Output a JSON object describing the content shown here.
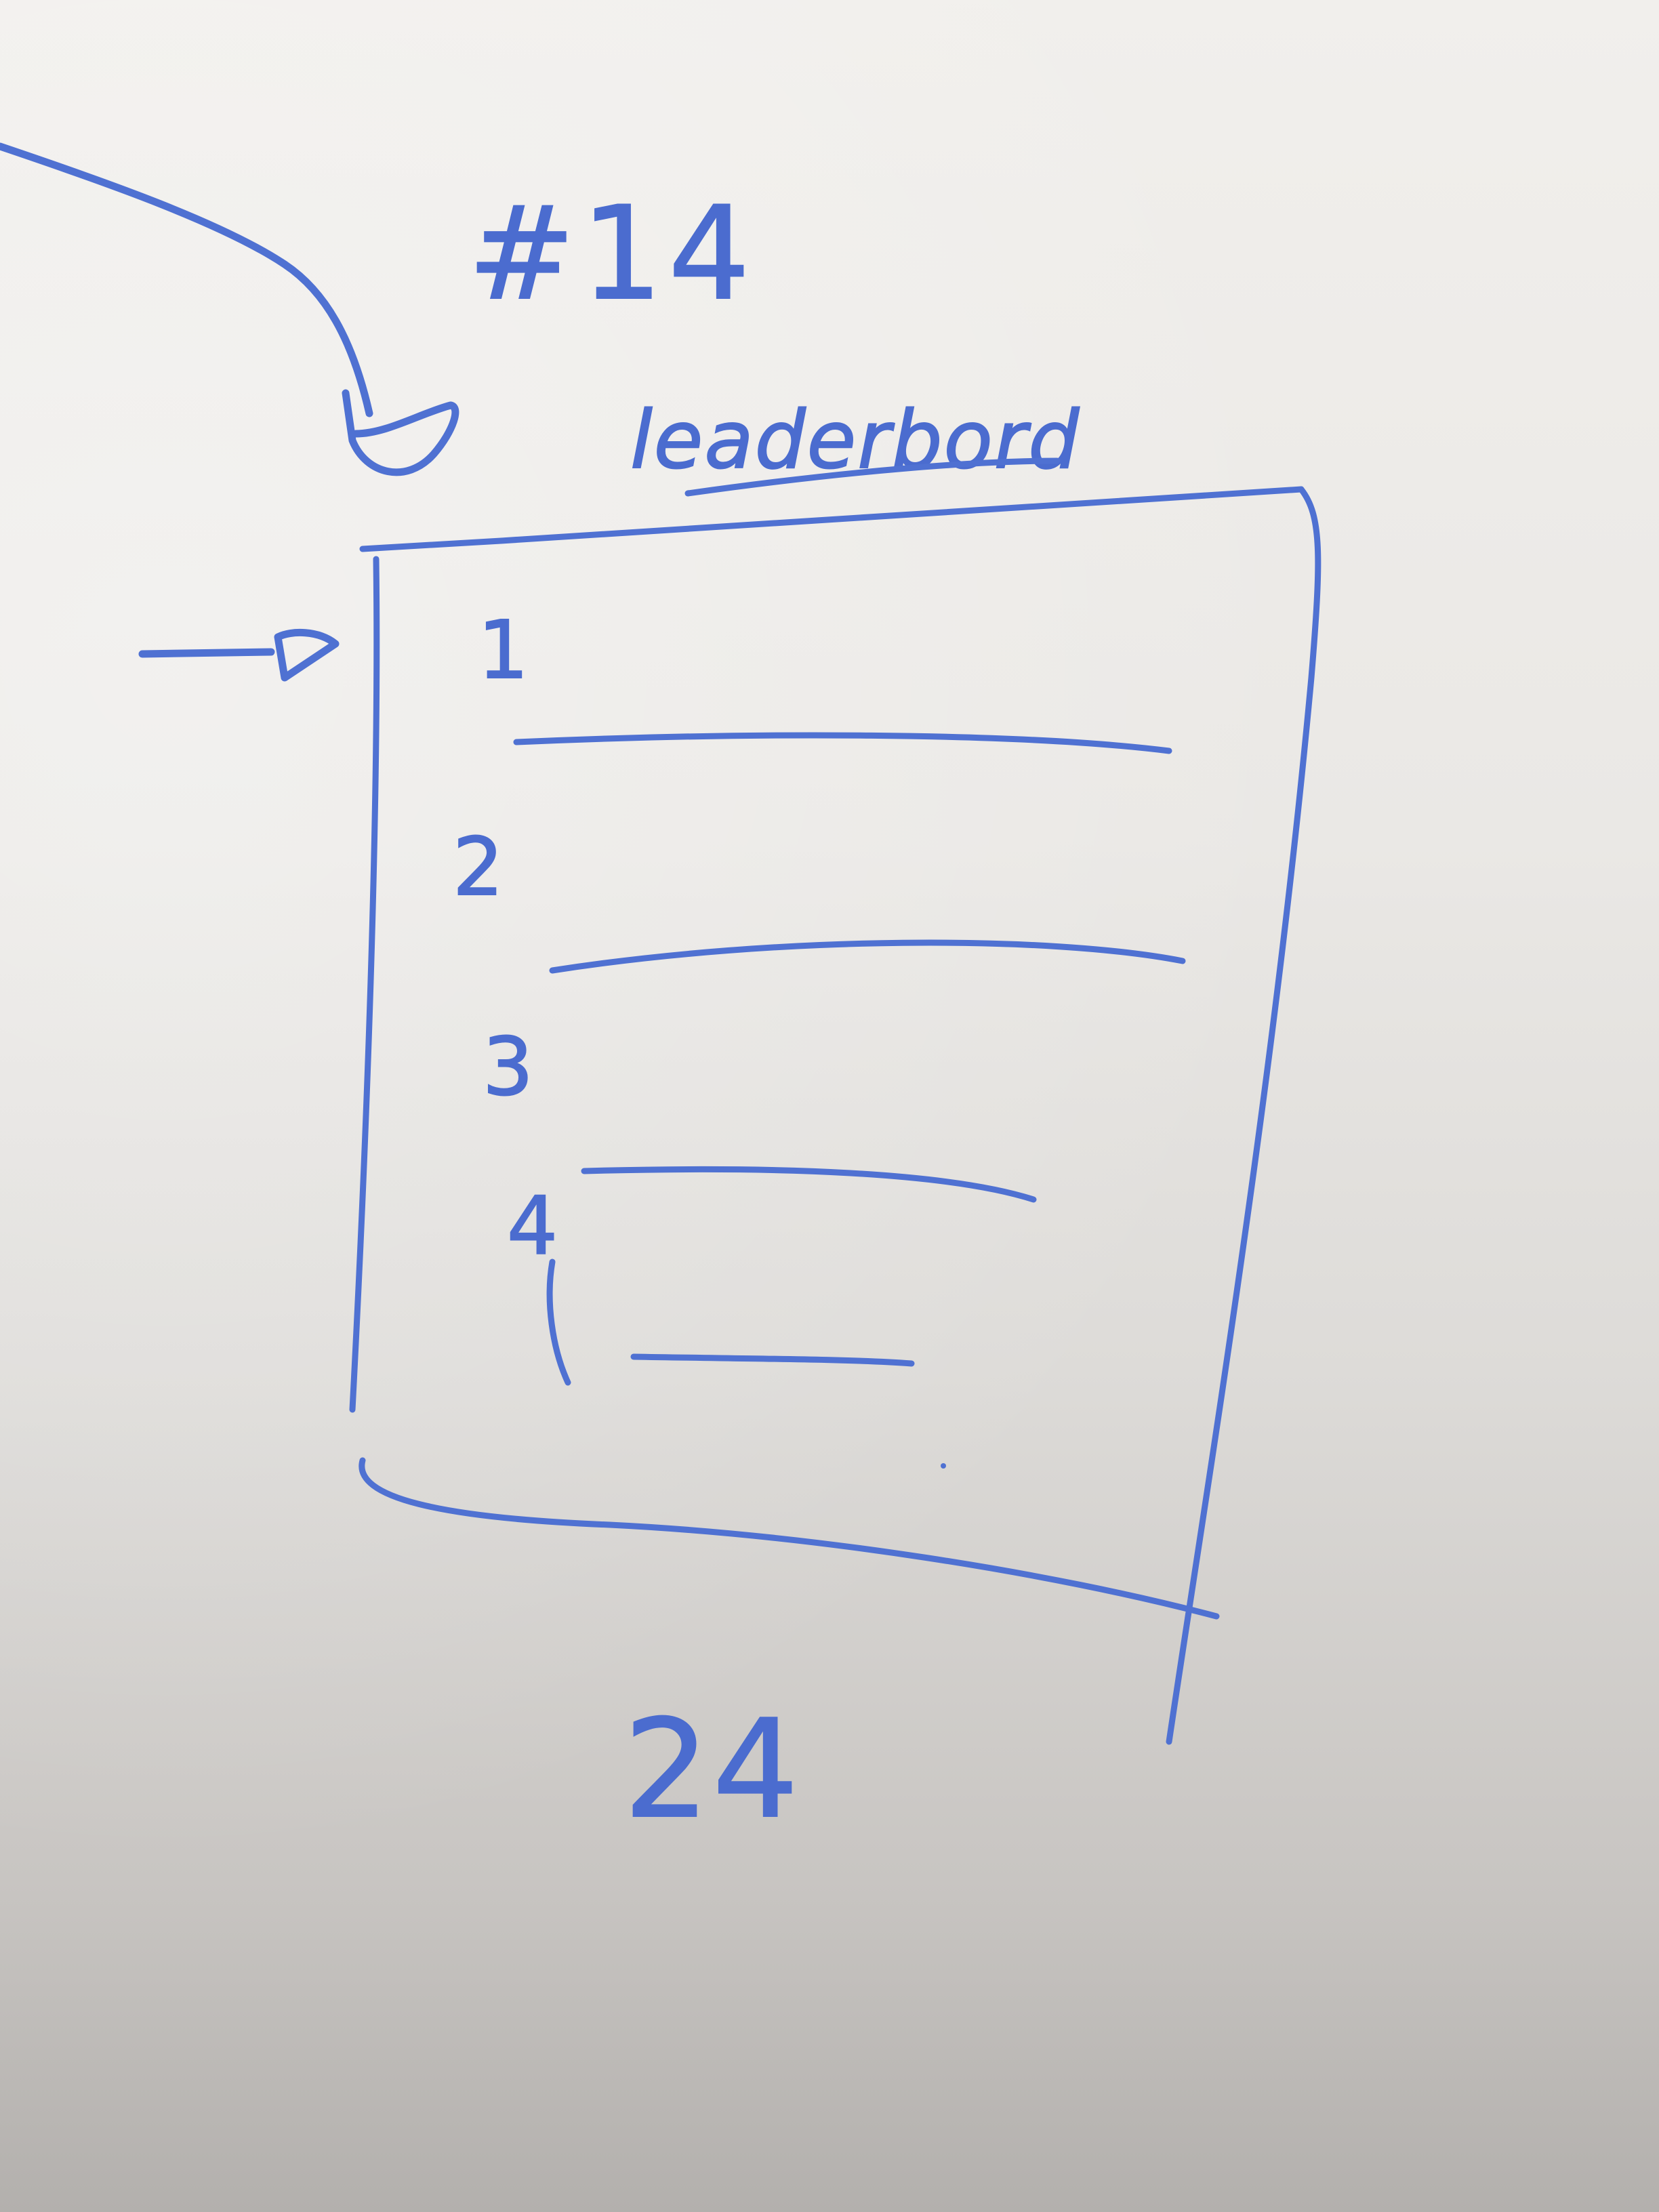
{
  "sketch": {
    "page_number": "#14",
    "title": "leaderbord",
    "ranks": [
      "1",
      "2",
      "3",
      "4"
    ],
    "footer_value": "24"
  },
  "ink_color": "#4f71d2",
  "board_color": "#eae8e5"
}
